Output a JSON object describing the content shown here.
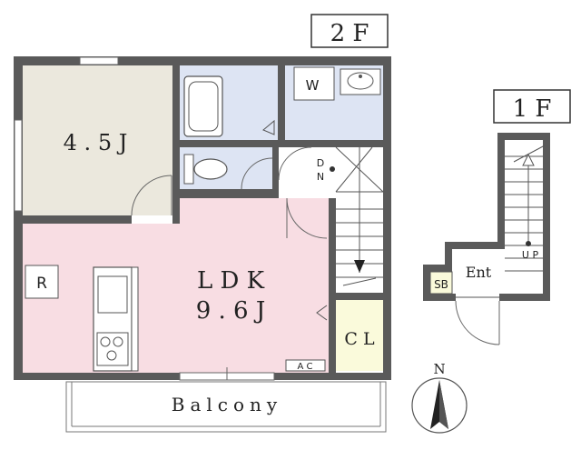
{
  "floors": {
    "second": {
      "label": "2F",
      "rooms": {
        "western": "4.5J",
        "ldk_name": "LDK",
        "ldk_size": "9.6J",
        "washer": "W",
        "closet": "CL",
        "fridge": "R",
        "aircon": "AC",
        "down": "DN"
      }
    },
    "first": {
      "label": "1F",
      "rooms": {
        "entrance": "Ent",
        "shoe_box": "SB",
        "up": "UP"
      }
    },
    "balcony": "Balcony",
    "compass": "N"
  },
  "colors": {
    "western_floor": "#ebe8dd",
    "ldk_floor": "#f8dde3",
    "wet_area": "#dde4f3",
    "closet": "#fafadb",
    "wall": "#5a5a5a",
    "line": "#444444"
  }
}
